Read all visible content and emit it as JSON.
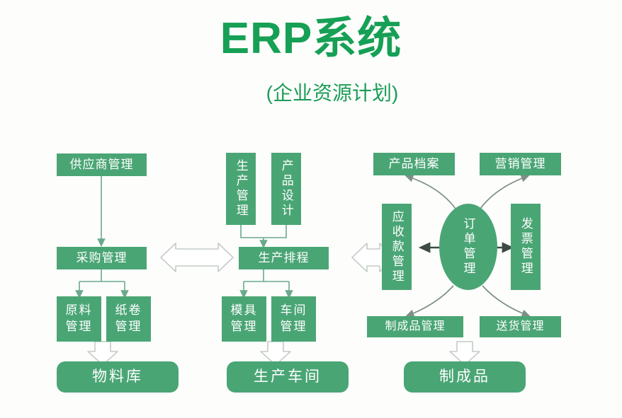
{
  "header": {
    "title": "ERP系统",
    "subtitle": "(企业资源计划)",
    "title_color": "#16a055"
  },
  "theme": {
    "box_fill": "#4aa575",
    "box_text": "#ffffff",
    "background": "#fdfdfb",
    "thin_arrow": "#6aa98c",
    "hollow_arrow_stroke": "#b9c3c0",
    "hollow_arrow_fill": "#ffffff",
    "curve_arrow": "#7d8f89"
  },
  "columns": [
    {
      "name": "procurement",
      "nodes": [
        {
          "id": "supplier-management",
          "label": "供应商管理",
          "shape": "rect"
        },
        {
          "id": "purchase-management",
          "label": "采购管理",
          "shape": "rect"
        },
        {
          "id": "raw-material-management",
          "label": "原料\n管理",
          "shape": "rect"
        },
        {
          "id": "paper-roll-management",
          "label": "纸卷\n管理",
          "shape": "rect"
        },
        {
          "id": "material-warehouse",
          "label": "物料库",
          "shape": "rounded"
        }
      ]
    },
    {
      "name": "production",
      "nodes": [
        {
          "id": "production-management",
          "label": "生产管理",
          "shape": "rect-vertical"
        },
        {
          "id": "product-design",
          "label": "产品设计",
          "shape": "rect-vertical"
        },
        {
          "id": "production-scheduling",
          "label": "生产排程",
          "shape": "rect"
        },
        {
          "id": "mold-management",
          "label": "模具\n管理",
          "shape": "rect"
        },
        {
          "id": "workshop-management",
          "label": "车间\n管理",
          "shape": "rect"
        },
        {
          "id": "production-workshop",
          "label": "生产车间",
          "shape": "rounded"
        }
      ]
    },
    {
      "name": "sales",
      "nodes": [
        {
          "id": "product-archive",
          "label": "产品档案",
          "shape": "rect"
        },
        {
          "id": "marketing-management",
          "label": "营销管理",
          "shape": "rect"
        },
        {
          "id": "receivables-management",
          "label": "应收款管理",
          "shape": "rect-vertical"
        },
        {
          "id": "order-management",
          "label": "订单管理",
          "shape": "ellipse"
        },
        {
          "id": "invoice-management",
          "label": "发票管理",
          "shape": "rect-vertical"
        },
        {
          "id": "finished-goods-management",
          "label": "制成品管理",
          "shape": "rect"
        },
        {
          "id": "delivery-management",
          "label": "送货管理",
          "shape": "rect"
        },
        {
          "id": "finished-products",
          "label": "制成品",
          "shape": "rounded"
        }
      ]
    }
  ],
  "nodes": {
    "supplier_management": "供应商管理",
    "purchase_management": "采购管理",
    "raw_material_management": "原料\n管理",
    "paper_roll_management": "纸卷\n管理",
    "material_warehouse": "物料库",
    "production_management": "生产管理",
    "product_design": "产品设计",
    "production_scheduling": "生产排程",
    "mold_management": "模具\n管理",
    "workshop_management": "车间\n管理",
    "production_workshop": "生产车间",
    "product_archive": "产品档案",
    "marketing_management": "营销管理",
    "receivables_management": "应收款管理",
    "order_management": "订单管理",
    "invoice_management": "发票管理",
    "finished_goods_management": "制成品管理",
    "delivery_management": "送货管理",
    "finished_products": "制成品"
  },
  "connectors": [
    {
      "from": "supplier-management",
      "to": "purchase-management",
      "style": "thin-arrow"
    },
    {
      "from": "purchase-management",
      "to": "raw-material-management",
      "style": "thin-arrow"
    },
    {
      "from": "purchase-management",
      "to": "paper-roll-management",
      "style": "thin-arrow"
    },
    {
      "from": "raw-material-management",
      "to": "material-warehouse",
      "style": "hollow-arrow"
    },
    {
      "from": "production-management",
      "to": "production-scheduling",
      "style": "thin-arrow"
    },
    {
      "from": "product-design",
      "to": "production-scheduling",
      "style": "thin-arrow"
    },
    {
      "from": "production-scheduling",
      "to": "mold-management",
      "style": "thin-arrow"
    },
    {
      "from": "production-scheduling",
      "to": "workshop-management",
      "style": "thin-arrow"
    },
    {
      "from": "mold-management",
      "to": "production-workshop",
      "style": "hollow-arrow"
    },
    {
      "from": "purchase-management",
      "to": "production-scheduling",
      "style": "hollow-double-arrow"
    },
    {
      "from": "production-scheduling",
      "to": "receivables-management",
      "style": "hollow-double-arrow"
    },
    {
      "from": "order-management",
      "to": "receivables-management",
      "style": "solid-arrow-left"
    },
    {
      "from": "order-management",
      "to": "invoice-management",
      "style": "solid-arrow-right"
    },
    {
      "from": "order-management",
      "to": "product-archive",
      "style": "curved-arrow"
    },
    {
      "from": "order-management",
      "to": "marketing-management",
      "style": "curved-arrow"
    },
    {
      "from": "order-management",
      "to": "finished-goods-management",
      "style": "curved-arrow"
    },
    {
      "from": "order-management",
      "to": "delivery-management",
      "style": "curved-arrow"
    },
    {
      "from": "finished-goods-management",
      "to": "finished-products",
      "style": "hollow-arrow"
    }
  ]
}
